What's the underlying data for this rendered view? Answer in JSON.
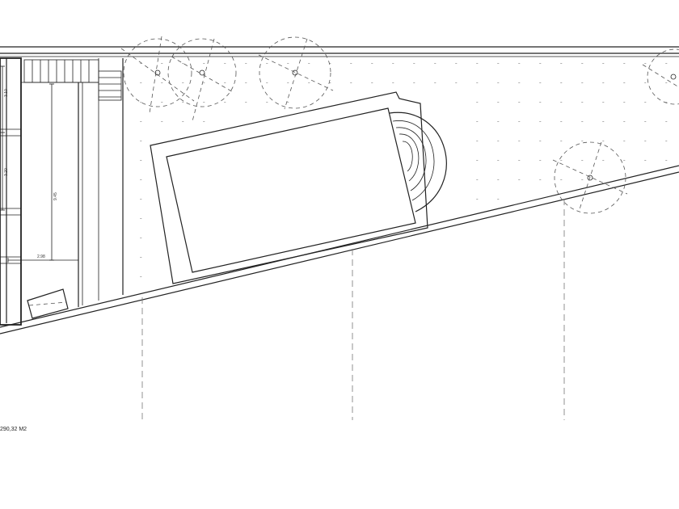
{
  "plan": {
    "area_label": "290,32 M2",
    "dimensions": {
      "seg_a": "3.10",
      "seg_b": "3.20",
      "length": "9.45",
      "width": "2.98"
    },
    "icons": {
      "tree": "tree-canopy-icon",
      "stairs": "stairs-icon",
      "grass": "grass-hatch-icon"
    }
  }
}
